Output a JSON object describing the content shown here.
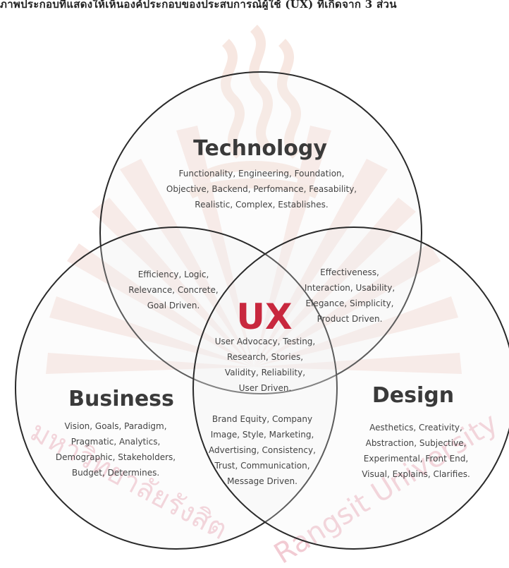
{
  "page_header": "ภาพประกอบที่แสดงให้เห็นองค์ประกอบของประสบการณ์ผู้ใช้ (UX) ที่เกิดจาก 3 ส่วน",
  "diagram": {
    "technology": {
      "title": "Technology",
      "lines": [
        "Functionality, Engineering, Foundation,",
        "Objective, Backend, Perfomance, Feasability,",
        "Realistic, Complex, Establishes."
      ]
    },
    "business": {
      "title": "Business",
      "lines": [
        "Vision, Goals, Paradigm,",
        "Pragmatic, Analytics,",
        "Demographic, Stakeholders,",
        "Budget, Determines."
      ]
    },
    "design": {
      "title": "Design",
      "lines": [
        "Aesthetics, Creativity,",
        "Abstraction, Subjective,",
        "Experimental, Front End,",
        "Visual, Explains, Clarifies."
      ]
    },
    "tech_business": {
      "lines": [
        "Efficiency, Logic,",
        "Relevance, Concrete,",
        "Goal Driven."
      ]
    },
    "tech_design": {
      "lines": [
        "Effectiveness,",
        "Interaction, Usability,",
        "Elegance, Simplicity,",
        "Product Driven."
      ]
    },
    "business_design": {
      "lines": [
        "Brand Equity, Company",
        "Image, Style, Marketing,",
        "Advertising, Consistency,",
        "Trust, Communication,",
        "Message Driven."
      ]
    },
    "center": {
      "title": "UX",
      "lines": [
        "User Advocacy, Testing,",
        "Research, Stories,",
        "Validity, Reliability,",
        "User Driven."
      ]
    }
  },
  "watermark": {
    "thai": "มหาวิทยาลัยรังสิต",
    "english": "Rangsit University"
  },
  "colors": {
    "ux_red": "#c8283e",
    "watermark_pink": "#e8a0b0",
    "circle_stroke": "#2a2a2a"
  }
}
